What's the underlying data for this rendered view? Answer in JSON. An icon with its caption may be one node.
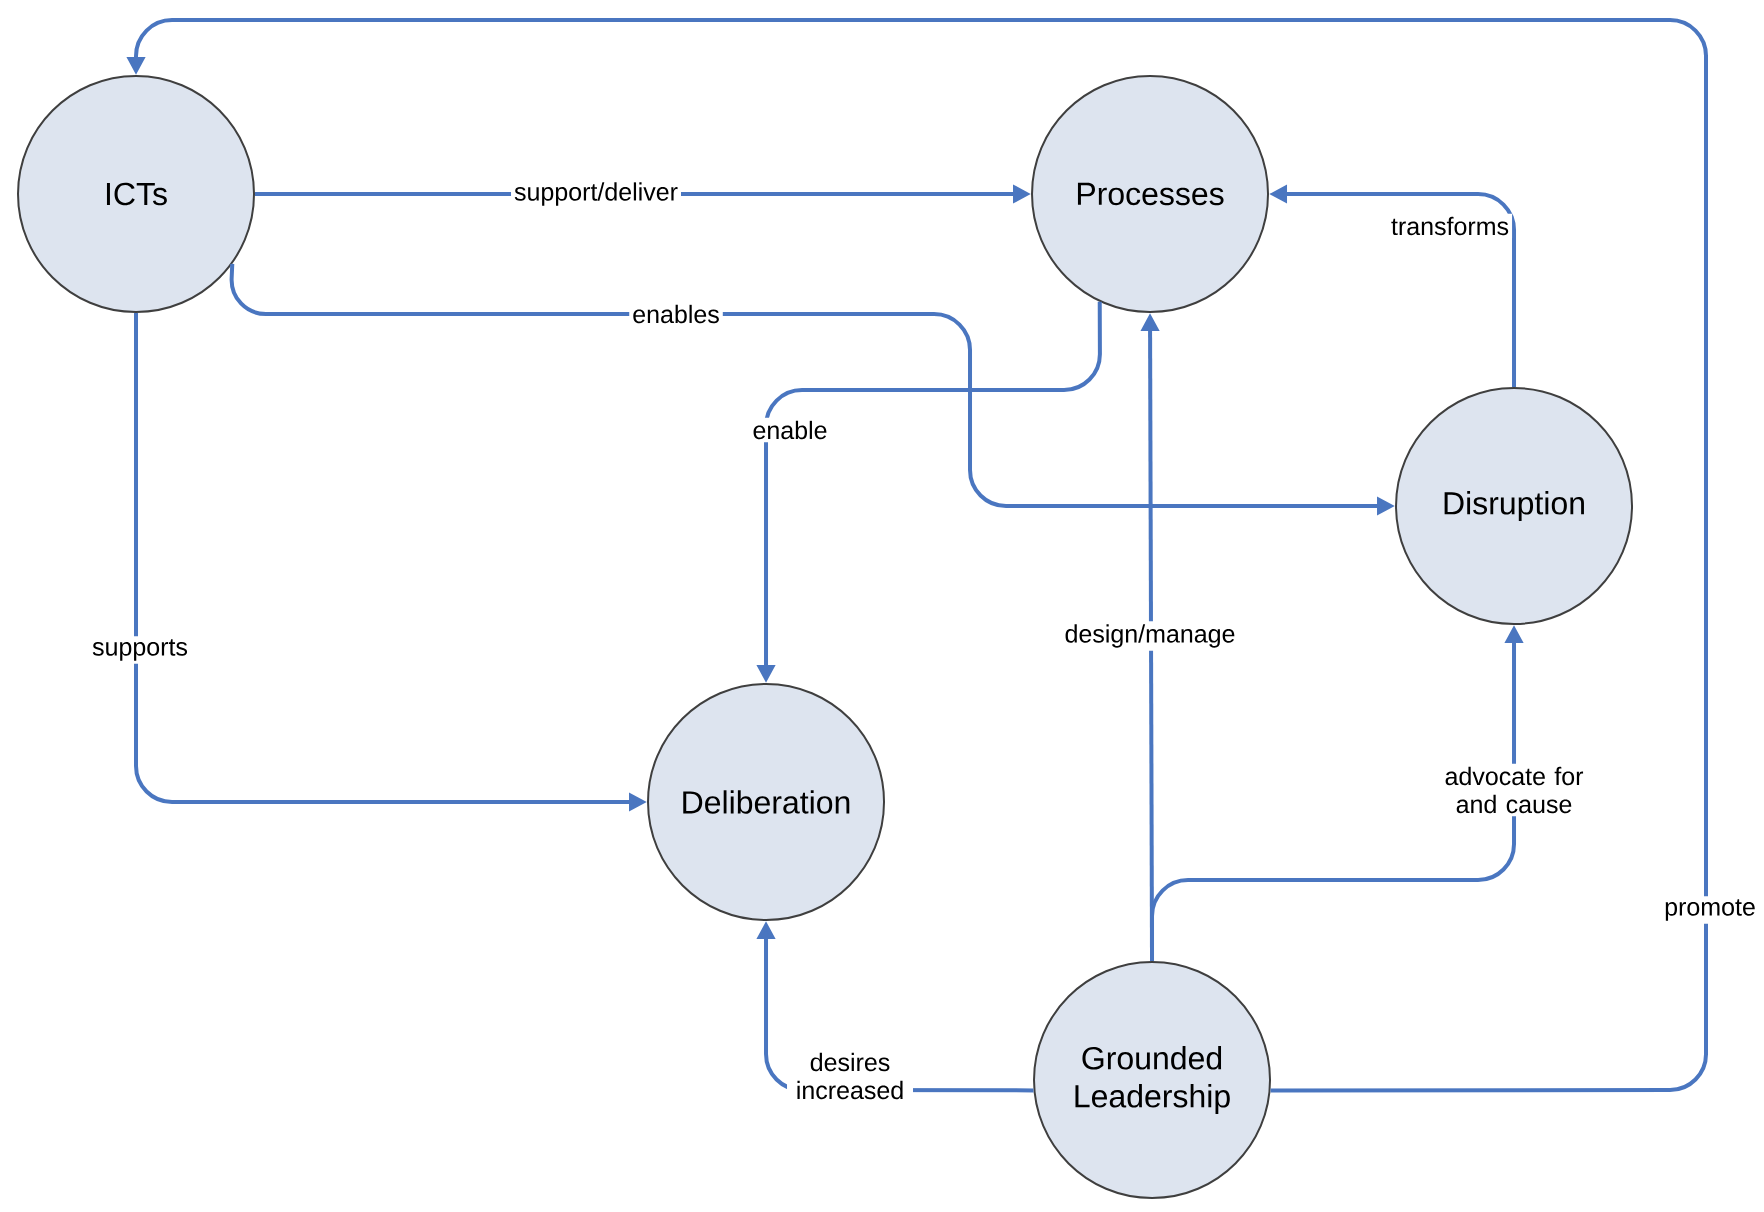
{
  "diagram": {
    "nodes": [
      {
        "text": [
          "ICTs"
        ]
      },
      {
        "text": [
          "Processes"
        ]
      },
      {
        "text": [
          "Disruption"
        ]
      },
      {
        "text": [
          "Deliberation"
        ]
      },
      {
        "text": [
          "Grounded Leadership"
        ]
      }
    ],
    "edges": [
      {
        "from": 0,
        "to": 1,
        "arrow": "to",
        "label": "support/deliver"
      },
      {
        "from": 0,
        "to": 2,
        "arrow": "to",
        "label": "enables"
      },
      {
        "from": 1,
        "to": 3,
        "arrow": "to",
        "label": "enable"
      },
      {
        "from": 0,
        "to": 3,
        "arrow": "to",
        "label": "supports"
      },
      {
        "from": 2,
        "to": 1,
        "arrow": "to",
        "label": "transforms"
      },
      {
        "from": 4,
        "to": 1,
        "arrow": "to",
        "label": "design/manage"
      },
      {
        "from": 4,
        "to": 2,
        "arrow": "to",
        "label": "advocate for and cause"
      },
      {
        "from": 4,
        "to": 3,
        "arrow": "to",
        "label": "desires increased"
      },
      {
        "from": 4,
        "to": 0,
        "arrow": "to",
        "label": "promote"
      }
    ]
  }
}
